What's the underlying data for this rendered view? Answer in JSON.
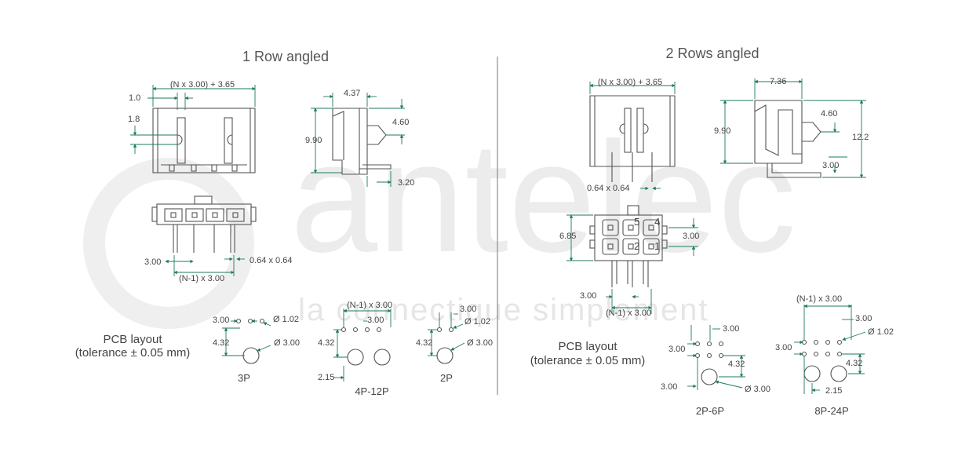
{
  "watermark": {
    "brand": "antelec",
    "tagline": "la connectique simplement"
  },
  "left": {
    "title": "1 Row angled",
    "dims": {
      "top_width": "(N x 3.00) + 3.65",
      "d1_0": "1.0",
      "d1_8": "1.8",
      "s4_37": "4.37",
      "s9_90": "9.90",
      "s4_60": "4.60",
      "s3_20": "3.20",
      "b3_00": "3.00",
      "b0_64": "0.64 x 0.64",
      "bn1": "(N-1) x 3.00"
    },
    "pcb": {
      "label_line1": "PCB layout",
      "label_line2": "(tolerance ± 0.05 mm)",
      "variants": [
        "3P",
        "4P-12P",
        "2P"
      ],
      "v3p": {
        "a": "3.00",
        "b": "Ø 1.02",
        "c": "4.32",
        "d": "Ø 3.00"
      },
      "v4p": {
        "a": "(N-1) x 3.00",
        "b": "3.00",
        "c": "4.32",
        "d": "2.15"
      },
      "v2p": {
        "a": "3.00",
        "b": "Ø 1.02",
        "c": "4.32",
        "d": "Ø 3.00"
      }
    }
  },
  "right": {
    "title": "2 Rows angled",
    "dims": {
      "top_width": "(N x 3.00) + 3.65",
      "s7_36": "7.36",
      "s9_90": "9.90",
      "s4_60": "4.60",
      "s12_2": "12.2",
      "s3_00": "3.00",
      "p0_64": "0.64 x 0.64",
      "f6_85": "6.85",
      "f3_00": "3.00",
      "b3_00": "3.00",
      "bn1": "(N-1) x 3.00",
      "pins": [
        "5",
        "4",
        "2",
        "1"
      ]
    },
    "pcb": {
      "label_line1": "PCB layout",
      "label_line2": "(tolerance ± 0.05 mm)",
      "variants": [
        "2P-6P",
        "8P-24P"
      ],
      "v2p": {
        "a": "3.00",
        "b": "3.00",
        "c": "4.32",
        "d": "3.00",
        "e": "Ø 3.00"
      },
      "v8p": {
        "a": "(N-1) x 3.00",
        "b": "3.00",
        "c": "Ø 1.02",
        "d": "3.00",
        "e": "4.32",
        "f": "2.15"
      }
    }
  }
}
